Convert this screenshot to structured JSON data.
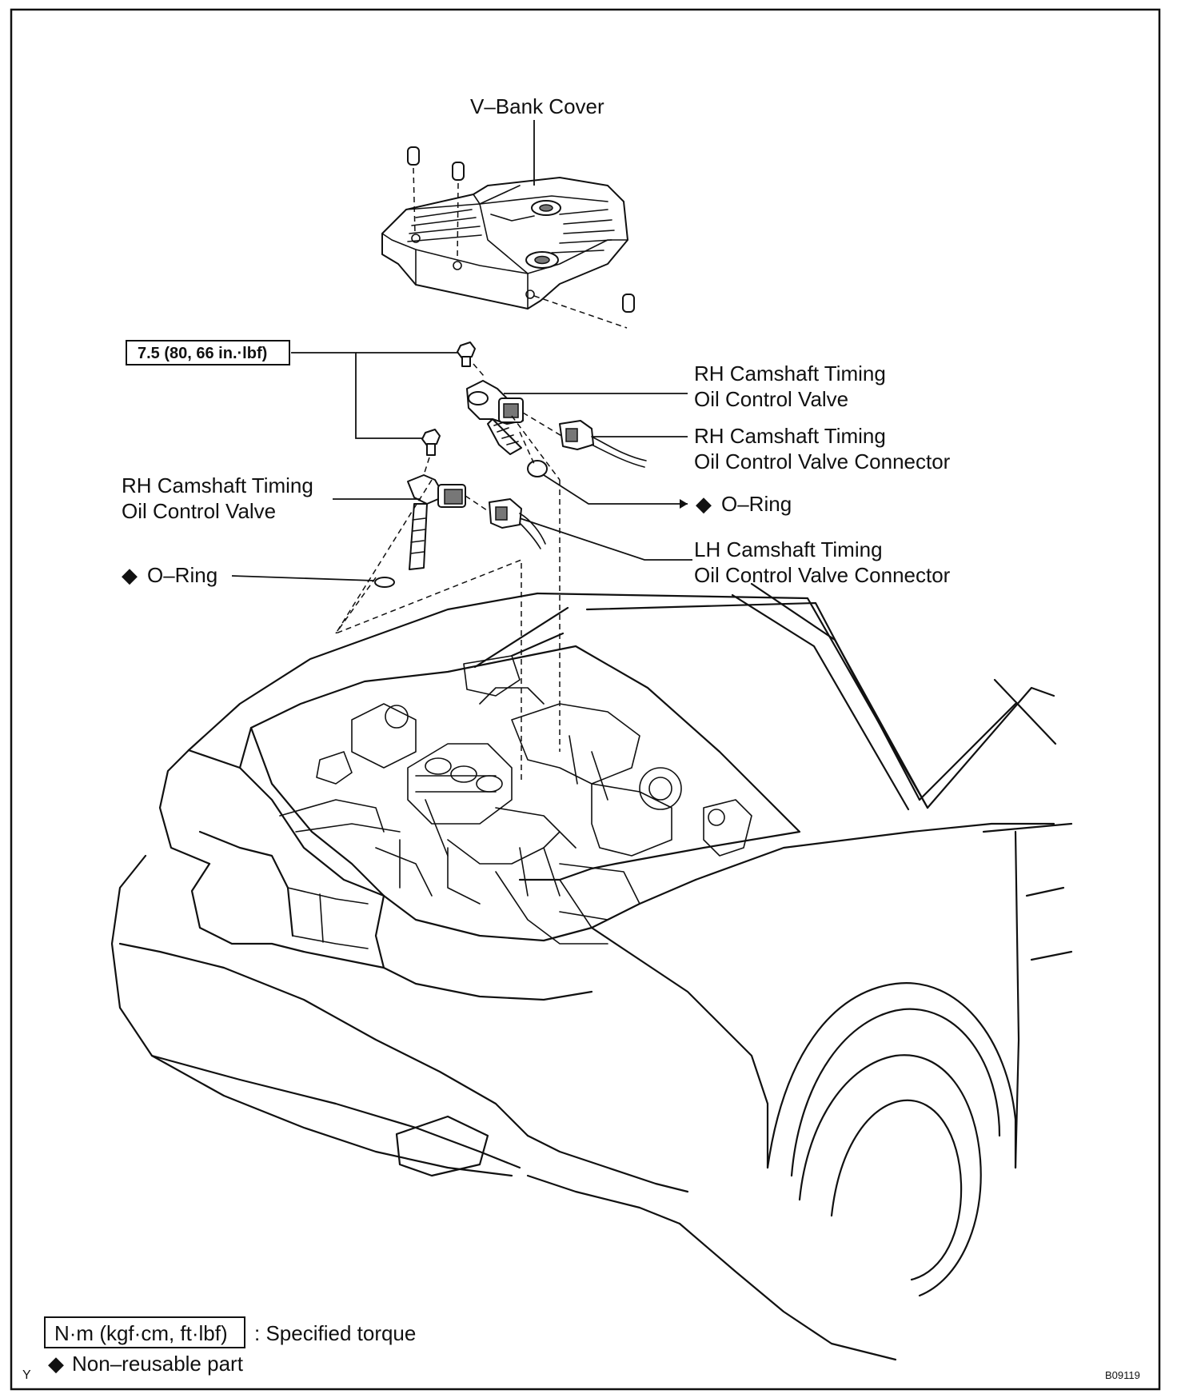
{
  "labels": {
    "v_bank_cover": "V–Bank Cover",
    "torque_value": "7.5 (80, 66 in.·lbf)",
    "rh_valve_line1": "RH Camshaft Timing",
    "rh_valve_line2": "Oil Control Valve",
    "rh_connector_line1": "RH Camshaft Timing",
    "rh_connector_line2": "Oil Control Valve Connector",
    "o_ring_right": "O–Ring",
    "lh_connector_line1": "LH Camshaft Timing",
    "lh_connector_line2": "Oil Control Valve Connector",
    "left_valve_line1": "RH Camshaft Timing",
    "left_valve_line2": "Oil Control Valve",
    "o_ring_left": "O–Ring"
  },
  "legend": {
    "torque_box": "N·m (kgf·cm, ft·lbf)",
    "torque_text": ": Specified torque",
    "nonreusable_text": "Non–reusable part"
  },
  "symbols": {
    "non_reusable_marker": "◆"
  },
  "corner_mark": "Y",
  "figure_code": "B09119"
}
